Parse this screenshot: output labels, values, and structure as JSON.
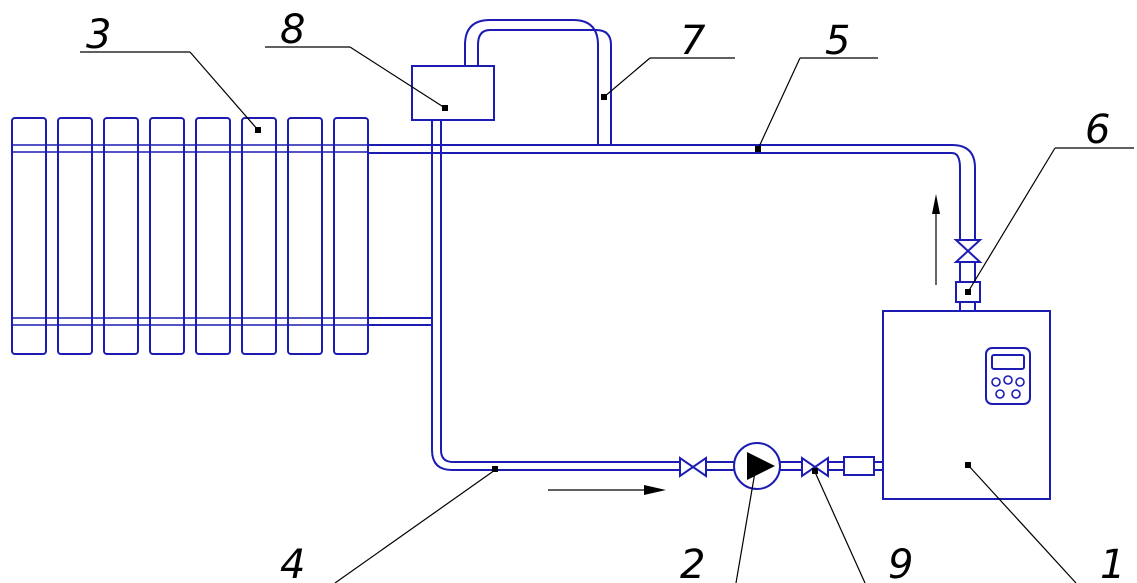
{
  "diagram": {
    "line_color": "#1c1cb4",
    "callouts": [
      {
        "id": "boiler",
        "label": "1"
      },
      {
        "id": "pump",
        "label": "2"
      },
      {
        "id": "radiator",
        "label": "3"
      },
      {
        "id": "return-pipe",
        "label": "4"
      },
      {
        "id": "supply-pipe",
        "label": "5"
      },
      {
        "id": "sensor",
        "label": "6"
      },
      {
        "id": "vent-pipe",
        "label": "7"
      },
      {
        "id": "expansion-tank",
        "label": "8"
      },
      {
        "id": "valve",
        "label": "9"
      }
    ]
  }
}
